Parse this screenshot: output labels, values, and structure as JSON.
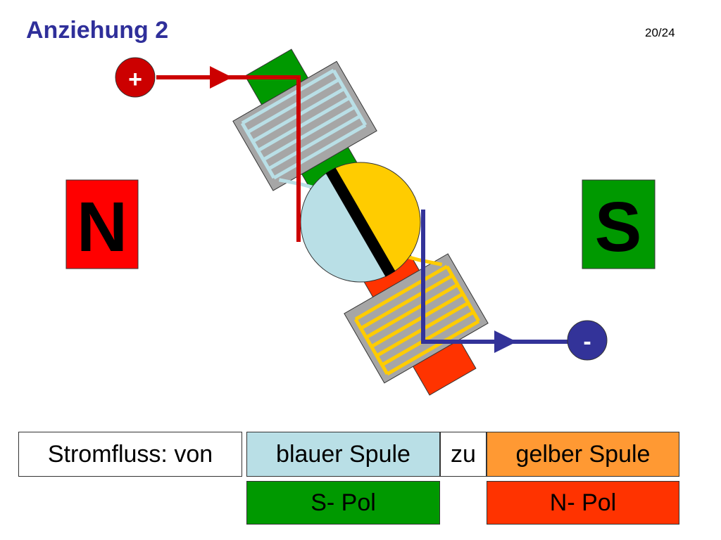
{
  "header": {
    "title": "Anziehung 2",
    "page": "20/24"
  },
  "magnets": {
    "left": {
      "label": "N",
      "color": "#ff0000"
    },
    "right": {
      "label": "S",
      "color": "#009900"
    }
  },
  "terminals": {
    "positive": {
      "label": "+",
      "color": "#cc0000"
    },
    "negative": {
      "label": "-",
      "color": "#333399"
    }
  },
  "colors": {
    "blue_coil": "#b9dfe6",
    "yellow_coil": "#ffcc00",
    "orange_box": "#ff9933",
    "south_pole": "#009900",
    "north_pole": "#ff3300",
    "coil_body": "#a6a6a6",
    "wire_positive": "#cc0000",
    "wire_negative": "#333399"
  },
  "legend": {
    "prefix": "Stromfluss: von",
    "from": "blauer Spule",
    "connector": "zu",
    "to": "gelber Spule",
    "from_pole": "S- Pol",
    "to_pole": "N- Pol"
  }
}
